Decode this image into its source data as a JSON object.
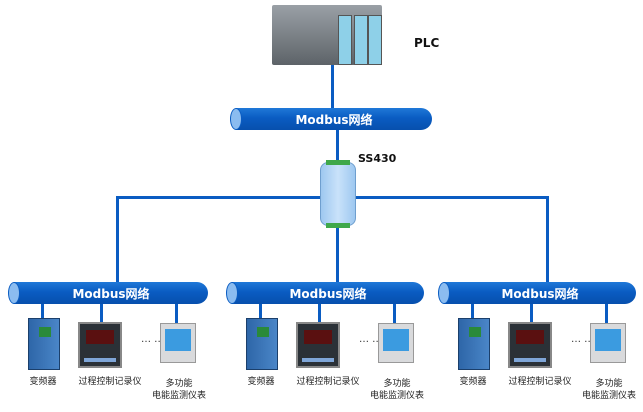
{
  "plc": {
    "label": "PLC"
  },
  "top_network": {
    "label": "Modbus网络"
  },
  "converter": {
    "label": "SS430"
  },
  "segments": [
    {
      "network_label": "Modbus网络",
      "devices": [
        "变频器",
        "过程控制记录仪",
        "多功能\n电能监测仪表"
      ],
      "ellipsis": "…  …"
    },
    {
      "network_label": "Modbus网络",
      "devices": [
        "变频器",
        "过程控制记录仪",
        "多功能\n电能监测仪表"
      ],
      "ellipsis": "…  …"
    },
    {
      "network_label": "Modbus网络",
      "devices": [
        "变频器",
        "过程控制记录仪",
        "多功能\n电能监测仪表"
      ],
      "ellipsis": "…  …"
    }
  ],
  "colors": {
    "network_blue": "#0a5cc2"
  }
}
